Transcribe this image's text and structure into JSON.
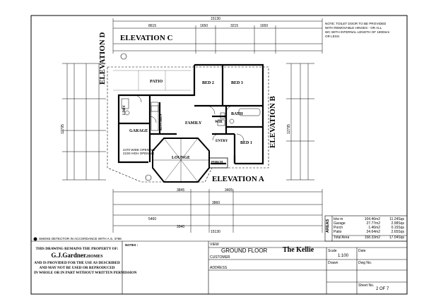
{
  "note": {
    "line1": "NOTE: TOILET DOOR TO BE PROVIDED",
    "line2": "WITH REMOVABLE HINGES - OR ALL",
    "line3": "WC WITH INTERNAL LENGTH OF 1900mm",
    "line4": "OR LESS."
  },
  "elevations": {
    "a": "ELEVATION A",
    "b": "ELEVATION B",
    "c": "ELEVATION C",
    "d": "ELEVATION D"
  },
  "rooms": {
    "patio": "PATIO",
    "bed2": "BED 2",
    "bed3": "BED 3",
    "bath": "BATH",
    "wir": "WIR",
    "bed1": "BED 1",
    "entry": "ENTRY",
    "family": "FAMILY",
    "kitchen": "KITCHEN",
    "garage": "GARAGE",
    "lounge": "LOUNGE",
    "ldry": "LDRY",
    "porch": "PORCH"
  },
  "dims": {
    "top_overall": "15130",
    "top_a": "8615",
    "top_b": "1650",
    "top_c": "3215",
    "top_d": "1650",
    "bottom_overall": "15130",
    "bottom_a": "5460",
    "bottom_b": "3940",
    "bottom_c": "3860",
    "bottom_d": "3845",
    "bottom_e": "3405",
    "side_left": "12795",
    "side_right": "12795",
    "garage_opening": "2470 WIDE OPENING\n2100 HIGH OPENING"
  },
  "smoke_note": "SMOKE DETECTOR IN ACCORDANCE WITH A.S. 3786",
  "copyright": {
    "line1": "THIS DRAWING REMAINS THE PROPERTY OF:",
    "company": "G.J.Gardner.",
    "company_suffix": "HOMES",
    "line2": "AND IS PROVIDED FOR THE USE AS DESCRIBED",
    "line3": "AND MAY NOT BE USED OR REPRODUCED",
    "line4": "IN WHOLE OR IN PART WITHOUT WRITTEN PERMISSION"
  },
  "notes_title": "NOTES :",
  "areas": {
    "label": "AREAS",
    "rows": [
      {
        "name": "b/w m",
        "m2": "104.46m2",
        "sq": "11.24Sqs"
      },
      {
        "name": "Garage",
        "m2": "27.77m2",
        "sq": "2.98Sqs"
      },
      {
        "name": "Porch",
        "m2": "1.46m2",
        "sq": "0.15Sqs"
      },
      {
        "name": "Patio",
        "m2": "24.64m2",
        "sq": "2.65Sqs"
      }
    ],
    "total_label": "Total Area",
    "total_m2": "158.33m2",
    "total_sq": "17.04Sqs"
  },
  "title_block": {
    "view_label": "VIEW",
    "view": "GROUND FLOOR",
    "plan_name": "The Kellie",
    "customer_label": "CUSTOMER",
    "address_label": "ADDRESS",
    "scale_label": "Scale",
    "scale": "1:100",
    "date_label": "Date",
    "drawn_label": "Drawn",
    "dwg_label": "Dwg No.",
    "sheet_label": "Sheet No.",
    "sheet": "2 OF 7"
  }
}
